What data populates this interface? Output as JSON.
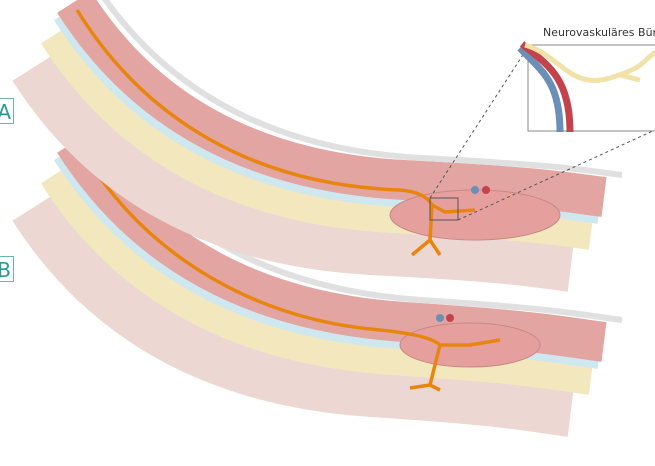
{
  "panels": [
    {
      "label": "A"
    },
    {
      "label": "B"
    }
  ],
  "inset": {
    "title": "Neurovaskuläres Bün"
  },
  "colors": {
    "muscle": "#e2a5a2",
    "fat": "#f3e8bd",
    "back": "#ecd7d2",
    "nerve": "#e8850f",
    "fascia": "#cfe7ee",
    "artery": "#c4434a",
    "vein": "#6c8fb8",
    "label": "#2a9a97"
  }
}
